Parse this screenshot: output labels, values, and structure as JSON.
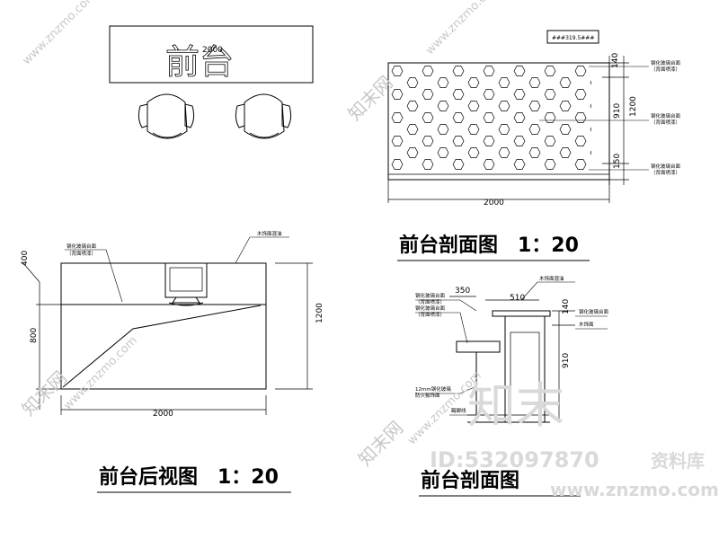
{
  "titles": {
    "back_view": "前台后视图　1：20",
    "section_a": "前台剖面图　1：20",
    "section_b": "前台剖面图"
  },
  "plan": {
    "label": "前台",
    "width_dim": "2000"
  },
  "section_a": {
    "tag": "###319.5###",
    "width_dim": "2000",
    "height_dim": "1200",
    "seg_top": "140",
    "seg_mid": "910",
    "seg_bottom": "150",
    "note_1a": "钢化玻璃台面",
    "note_1b": "（背面喷漆）",
    "note_2a": "钢化玻璃台面",
    "note_2b": "（背面喷漆）",
    "note_3a": "钢化玻璃台面",
    "note_3b": "（背面喷漆）"
  },
  "back_view": {
    "left_top": "400",
    "left_bottom": "800",
    "right_total": "1200",
    "bottom_width": "2000",
    "note_top": "木饰面混油",
    "note_left_a": "钢化玻璃台面",
    "note_left_b": "（背面喷漆）"
  },
  "section_b": {
    "dim_350": "350",
    "dim_510": "510",
    "dim_140": "140",
    "dim_910": "910",
    "note_top": "木饰面混油",
    "note_l1a": "钢化玻璃台面",
    "note_l1b": "（背面喷漆）",
    "note_l2a": "钢化玻璃台面",
    "note_l2b": "（背面喷漆）",
    "note_l3a": "12mm钢化玻璃",
    "note_l3b": "防火板饰面",
    "note_l4": "踢脚线",
    "note_r1": "钢化玻璃台面",
    "note_r2": "木饰面"
  },
  "watermark": {
    "brand_cn": "知末网",
    "site": "www.znzmo.com",
    "big_cn": "知末",
    "id_text": "ID:532097870",
    "lib": "资料库",
    "url": "www.znzmo.com"
  }
}
